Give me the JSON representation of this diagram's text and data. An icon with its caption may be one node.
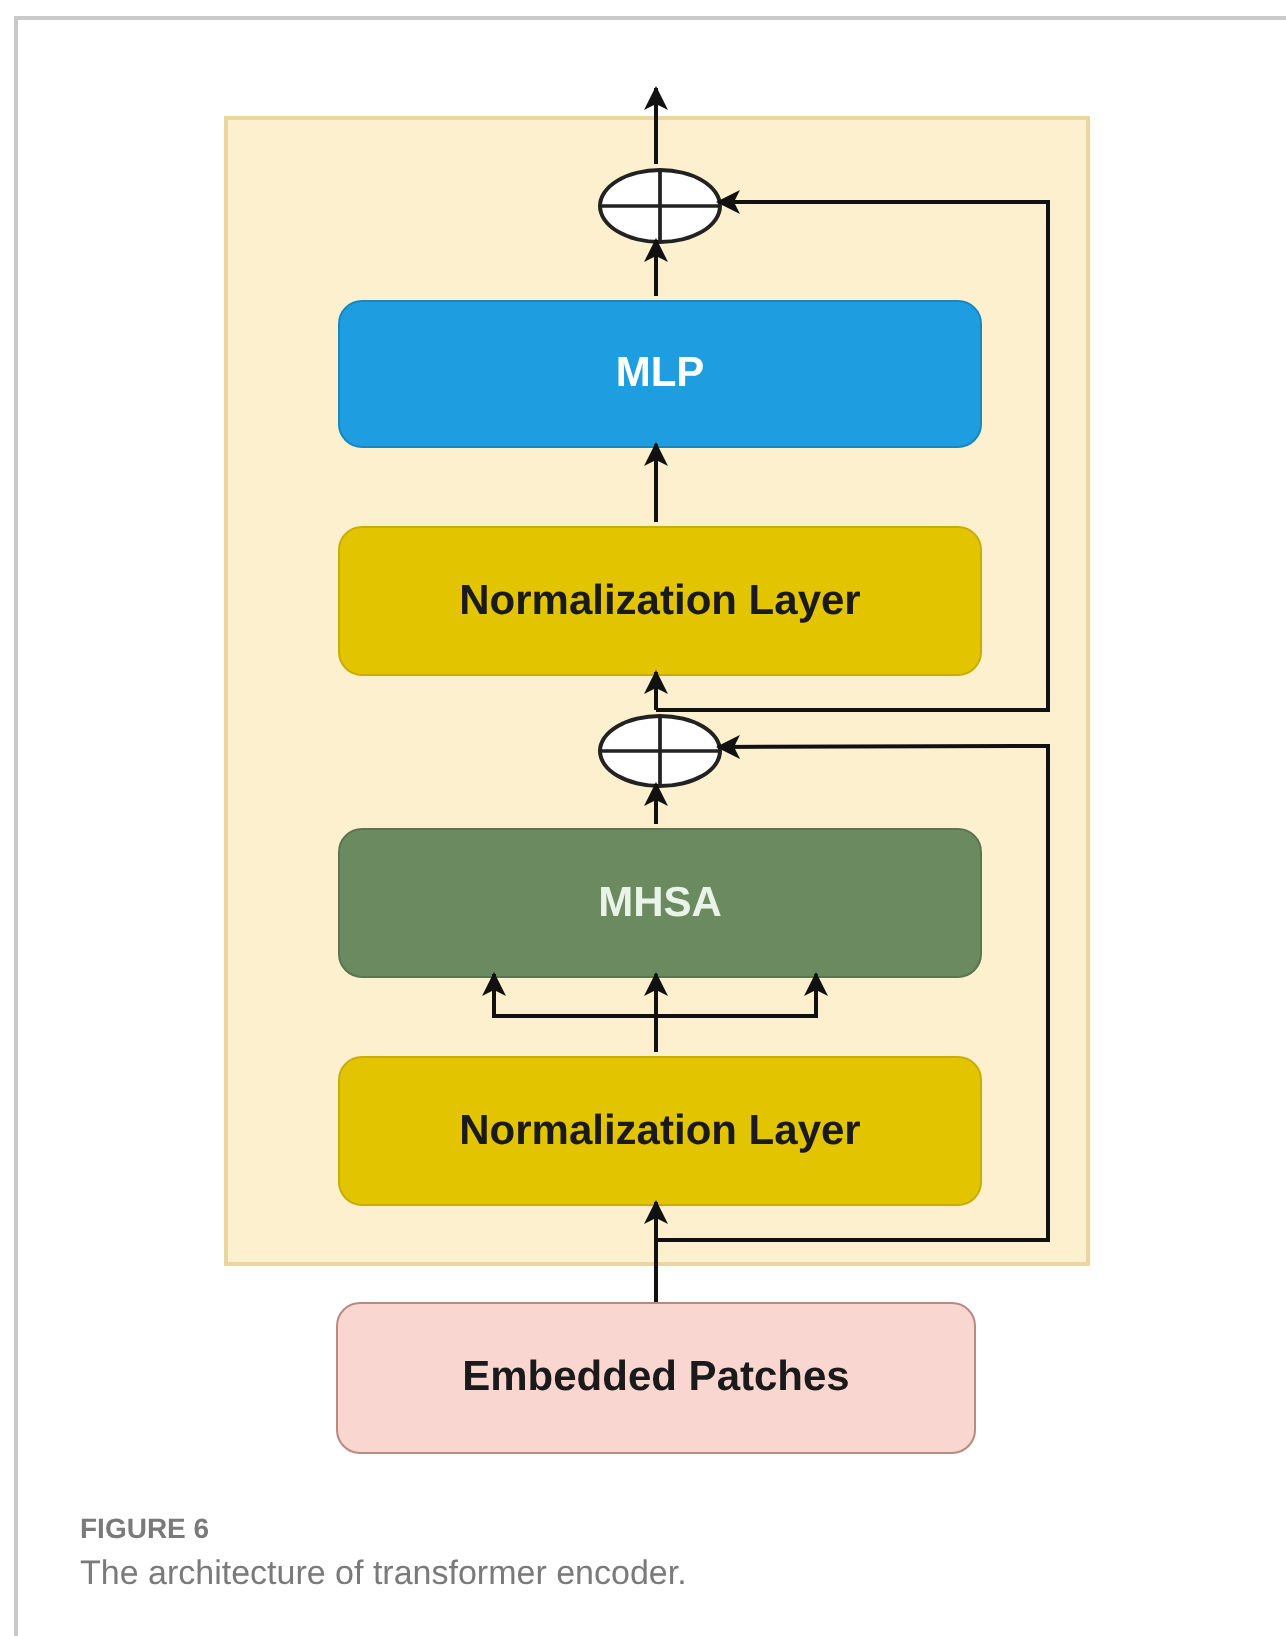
{
  "diagram": {
    "caption": "The architecture of transformer encoder.",
    "nodes": [
      {
        "text": [],
        "shape": "box"
      },
      {
        "text": [],
        "shape": "circle",
        "in": 0
      },
      {
        "text": [
          "MLP"
        ],
        "in": 0
      },
      {
        "text": [
          "Normalization Layer"
        ],
        "in": 0
      },
      {
        "text": [],
        "shape": "circle",
        "in": 0
      },
      {
        "text": [
          "MHSA"
        ],
        "in": 0
      },
      {
        "text": [
          "Normalization Layer"
        ],
        "in": 0
      },
      {
        "text": [
          "Embedded Patches"
        ]
      }
    ],
    "edges": [
      {
        "from": 1,
        "to": null,
        "arrow": "to"
      },
      {
        "from": 2,
        "to": 1,
        "arrow": "to"
      },
      {
        "from": 3,
        "to": 2,
        "arrow": "to"
      },
      {
        "from": 4,
        "to": 3,
        "arrow": "to"
      },
      {
        "from": 4,
        "to": 1,
        "arrow": "to"
      },
      {
        "from": 5,
        "to": 4,
        "arrow": "to"
      },
      {
        "from": 6,
        "to": 5,
        "arrow": "to"
      },
      {
        "from": 6,
        "to": 5,
        "arrow": "to"
      },
      {
        "from": 6,
        "to": 5,
        "arrow": "to"
      },
      {
        "from": 7,
        "to": 6,
        "arrow": "to"
      },
      {
        "from": 7,
        "to": 4,
        "arrow": "to"
      }
    ],
    "labels": [
      "FIGURE 6"
    ]
  }
}
